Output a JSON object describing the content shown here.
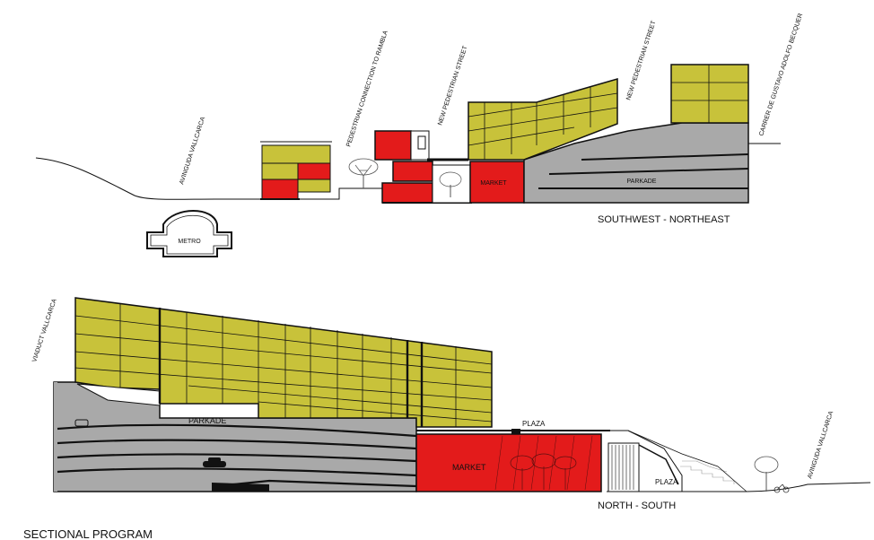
{
  "labels": {
    "metro": "METRO",
    "avinguda_top": "AVINGUDA VALLCARCA",
    "pedestrian_connection": "PEDESTRIAN CONNECTION TO RAMBLA",
    "new_street_1": "NEW PEDESTRIAN STREET",
    "new_street_2": "NEW PEDESTRIAN STREET",
    "carrer": "CARRER DE GUSTAVO ADOLFO BECQUER",
    "market_top": "MARKET",
    "parkade_top": "PARKADE",
    "section_top": "SOUTHWEST - NORTHEAST",
    "viaduct": "VIADUCT VALLCARCA",
    "parkade_bottom": "PARKADE",
    "plaza_1": "PLAZA",
    "plaza_2": "PLAZA",
    "market_bottom": "MARKET",
    "avinguda_bottom": "AVINGUDA VALLCARCA",
    "section_bottom": "NORTH - SOUTH",
    "page_title": "SECTIONAL PROGRAM"
  },
  "colors": {
    "residential": "#c8c23a",
    "market": "#e31b1b",
    "parkade": "#a9a9a9",
    "line": "#111111"
  }
}
